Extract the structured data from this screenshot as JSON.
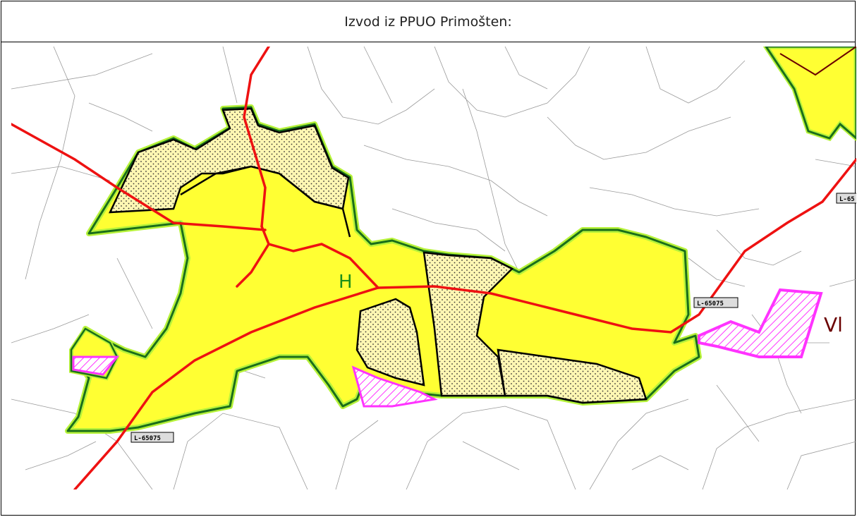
{
  "header": {
    "title": "Izvod iz PPUO Primošten:"
  },
  "map": {
    "zone_label": "H",
    "edge_label": "Vl",
    "road_labels": [
      "L-65075",
      "L-65075",
      "L-65"
    ],
    "colors": {
      "built_zone": "#ffff33",
      "planned_zone": "#fff7b3",
      "boundary_outer": "#b6f23a",
      "boundary_dark": "#1a6e1a",
      "road": "#ee1111",
      "special_zone": "#ff33ff",
      "parcel_lines": "#9a9a9a"
    }
  }
}
